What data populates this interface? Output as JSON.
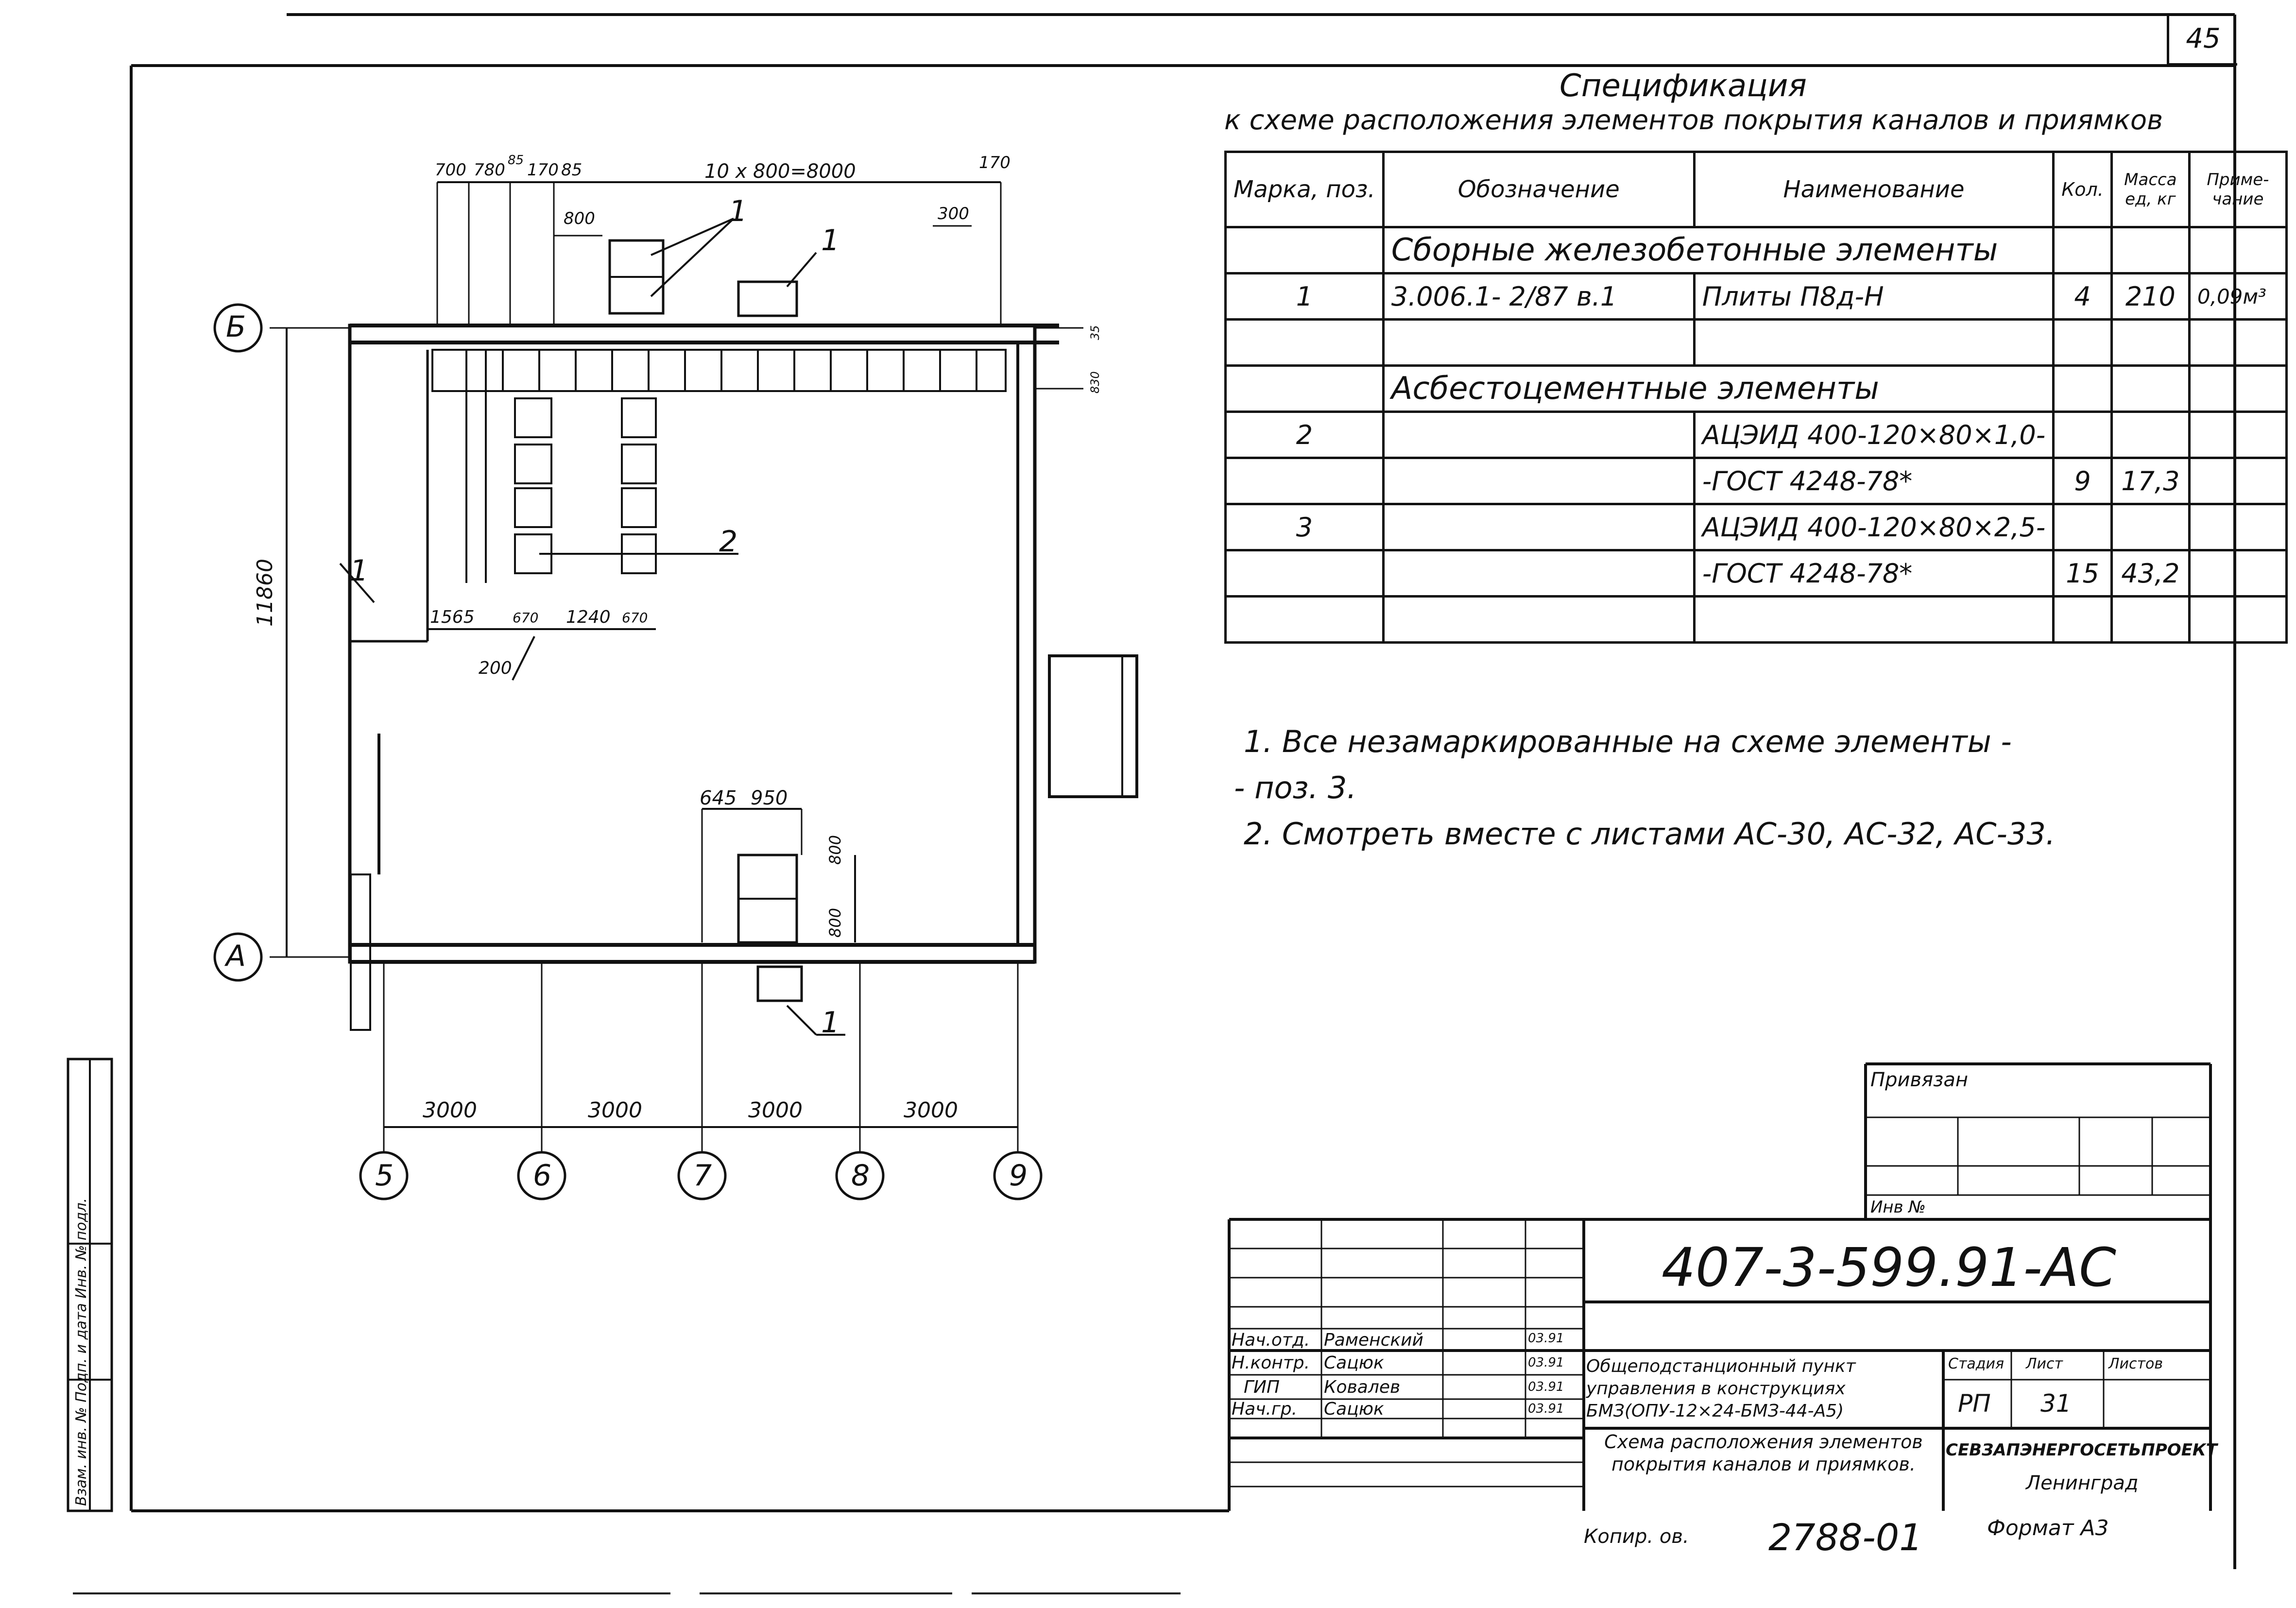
{
  "sheet_number": "45",
  "spec": {
    "title": "Спецификация",
    "subtitle": "к схеме расположения элементов покрытия каналов и приямков",
    "headers": [
      "Марка, поз.",
      "Обозначение",
      "Наименование",
      "Кол.",
      "Масса ед, кг",
      "Приме-чание"
    ],
    "rows": [
      {
        "section": "Сборные железобетонные элементы"
      },
      {
        "cells": [
          "1",
          "3.006.1- 2/87 в.1",
          "Плиты П8д-Н",
          "4",
          "210",
          "0,09м³"
        ]
      },
      {
        "cells": [
          "",
          "",
          "",
          "",
          "",
          ""
        ]
      },
      {
        "section": "Асбестоцементные элементы"
      },
      {
        "cells": [
          "2",
          "",
          "АЦЭИД 400-120×80×1,0-",
          "",
          "",
          ""
        ]
      },
      {
        "cells": [
          "",
          "",
          "-ГОСТ 4248-78*",
          "9",
          "17,3",
          ""
        ]
      },
      {
        "cells": [
          "3",
          "",
          "АЦЭИД 400-120×80×2,5-",
          "",
          "",
          ""
        ]
      },
      {
        "cells": [
          "",
          "",
          "-ГОСТ 4248-78*",
          "15",
          "43,2",
          ""
        ]
      },
      {
        "cells": [
          "",
          "",
          "",
          "",
          "",
          ""
        ]
      }
    ]
  },
  "notes": [
    "1. Все незамаркированные на схеме элементы -",
    "- поз. 3.",
    "2. Смотреть вместе с листами АС-30, АС-32, АС-33."
  ],
  "plan": {
    "axes_horizontal": [
      "Б",
      "А"
    ],
    "axes_vertical": [
      "5",
      "6",
      "7",
      "8",
      "9"
    ],
    "bottom_dims": [
      "3000",
      "3000",
      "3000",
      "3000"
    ],
    "height_dim": "11860",
    "top_dims": [
      "700",
      "780",
      "85",
      "170",
      "85",
      "10 х 800=8000",
      "170"
    ],
    "dim_800": "800",
    "dim_300": "300",
    "mid_dims": [
      "1565",
      "670",
      "1240",
      "670"
    ],
    "dim_200": "200",
    "dims_645_950": [
      "645",
      "950"
    ],
    "dims_800_v": [
      "800",
      "800"
    ],
    "right_small": [
      "35",
      "830"
    ],
    "labels": [
      "1",
      "1",
      "2",
      "1",
      "1"
    ]
  },
  "title_block": {
    "privyazan": "Привязан",
    "inv": "Инв №",
    "doc_code": "407-3-599.91-АС",
    "people": [
      {
        "role": "Нач.отд.",
        "name": "Раменский",
        "date": "03.91"
      },
      {
        "role": "Н.контр.",
        "name": "Сацюк",
        "date": "03.91"
      },
      {
        "role": "ГИП",
        "name": "Ковалев",
        "date": "03.91"
      },
      {
        "role": "Нач.гр.",
        "name": "Сацюк",
        "date": "03.91"
      }
    ],
    "project": "Общеподстанционный пункт управления в конструкциях БМЗ(ОПУ-12×24-БМЗ-44-А5)",
    "stage_label": "Стадия",
    "sheet_label": "Лист",
    "sheets_label": "Листов",
    "stage": "РП",
    "sheet": "31",
    "drawing_title": "Схема расположения элементов покрытия каналов и приямков.",
    "org": "СЕВЗАПЭНЕРГОСЕТЬПРОЕКТ",
    "city": "Ленинград",
    "copied": "Копир. ов.",
    "copy_no": "2788-01",
    "format": "Формат А3"
  },
  "side_stamp": "Взам. инв. № Подп. и дата Инв. № подл."
}
